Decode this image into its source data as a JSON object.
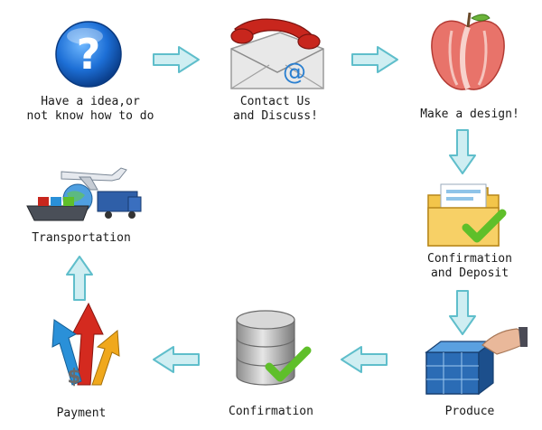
{
  "steps": [
    {
      "id": "question",
      "label": "Have a idea,or\nnot know how to do",
      "icon": "question-mark-icon"
    },
    {
      "id": "contact",
      "label": "Contact Us\nand Discuss!",
      "icon": "phone-email-icon"
    },
    {
      "id": "design",
      "label": "Make a design!",
      "icon": "apple-paper-icon"
    },
    {
      "id": "deposit",
      "label": "Confirmation\nand Deposit",
      "icon": "folder-check-icon"
    },
    {
      "id": "produce",
      "label": "Produce",
      "icon": "hand-cubes-icon"
    },
    {
      "id": "confirmation",
      "label": "Confirmation",
      "icon": "database-check-icon"
    },
    {
      "id": "payment",
      "label": "Payment",
      "icon": "rising-arrows-icon"
    },
    {
      "id": "transport",
      "label": "Transportation",
      "icon": "plane-ship-truck-icon"
    }
  ],
  "colors": {
    "arrow_fill": "#cfeef2",
    "arrow_stroke": "#5fbecb",
    "check_green": "#5fbf2a",
    "question_blue": "#1d6fd6",
    "phone_red": "#c8261d"
  }
}
